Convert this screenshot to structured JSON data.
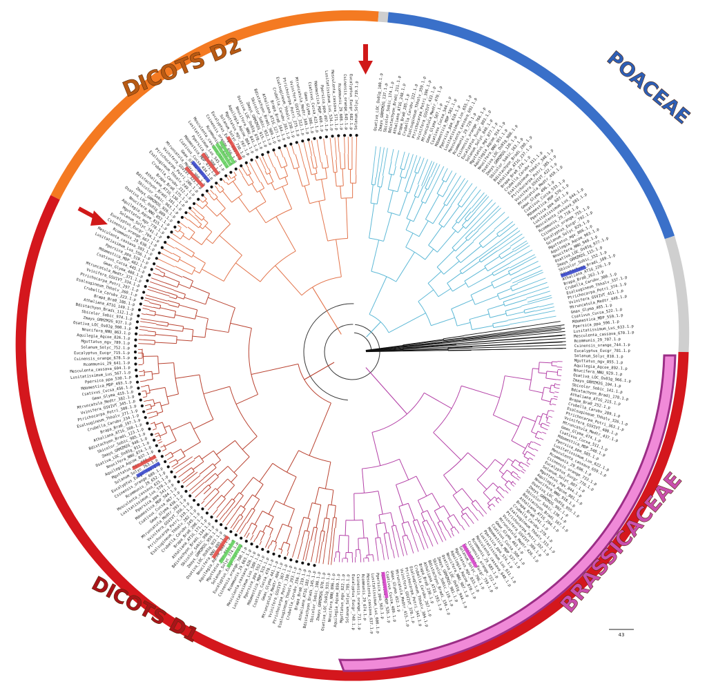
{
  "figure": {
    "scale_bar_label": "43",
    "clade_labels": {
      "dicots_d2": "DICOTS D2",
      "poaceae": "POACEAE",
      "dicots_d1": "DICOTS D1",
      "brassicaceae": "BRASSICACEAE"
    },
    "colors": {
      "dicots_d2_ring": "#f47a22",
      "poaceae_ring": "#3a70c9",
      "dicots_d1_ring": "#d4171d",
      "unassigned_ring": "#cfcfcf",
      "brassicaceae_band": "#f08ad8",
      "brassicaceae_band_stroke": "#9b2e86",
      "dicots_d2_text": "#b85a13",
      "poaceae_text": "#2d5fb6",
      "dicots_d1_text": "#a8141a",
      "brassicaceae_text": "#c94fae",
      "d2_branches": "#e2734a",
      "poaceae_branches": "#5cb8d6",
      "d1_branches": "#b8402e",
      "brassicaceae_branches": "#b33fa6",
      "outgroup_branches": "#111111",
      "arrow": "#d01919",
      "highlight_red": "#e0403a",
      "highlight_green": "#5fd15a",
      "highlight_blue": "#2f3fc9",
      "highlight_magenta": "#d63cc9"
    },
    "leaf_labels_sample": [
      "Osativa_LOC_Os01g",
      "Zmays_GRMZM2G",
      "Sbicolor_Sobic",
      "Bdistachyon_Bradi",
      "Athaliana_AT1G",
      "Brapa_Bra0",
      "Crubella_Carubv",
      "Esalsugineum_Thhalv",
      "Ptrichocarpa_Potri",
      "Vvinifera_GSVIVT",
      "Mtruncatula_Medtr",
      "Gmax_Glyma",
      "Csativus_Cucsa",
      "Mdomestica_MDP",
      "Ppersica_ppa",
      "Lusitatissimum_Lus",
      "Mesculenta_cassava",
      "Rcommunis_29",
      "Csinensis_orange",
      "Eucalyptus_Eucgr",
      "Solanum_Solyc",
      "Mguttatus_mgv",
      "Aquilegia_Aqcoe",
      "Nnucifera_NNU"
    ]
  }
}
